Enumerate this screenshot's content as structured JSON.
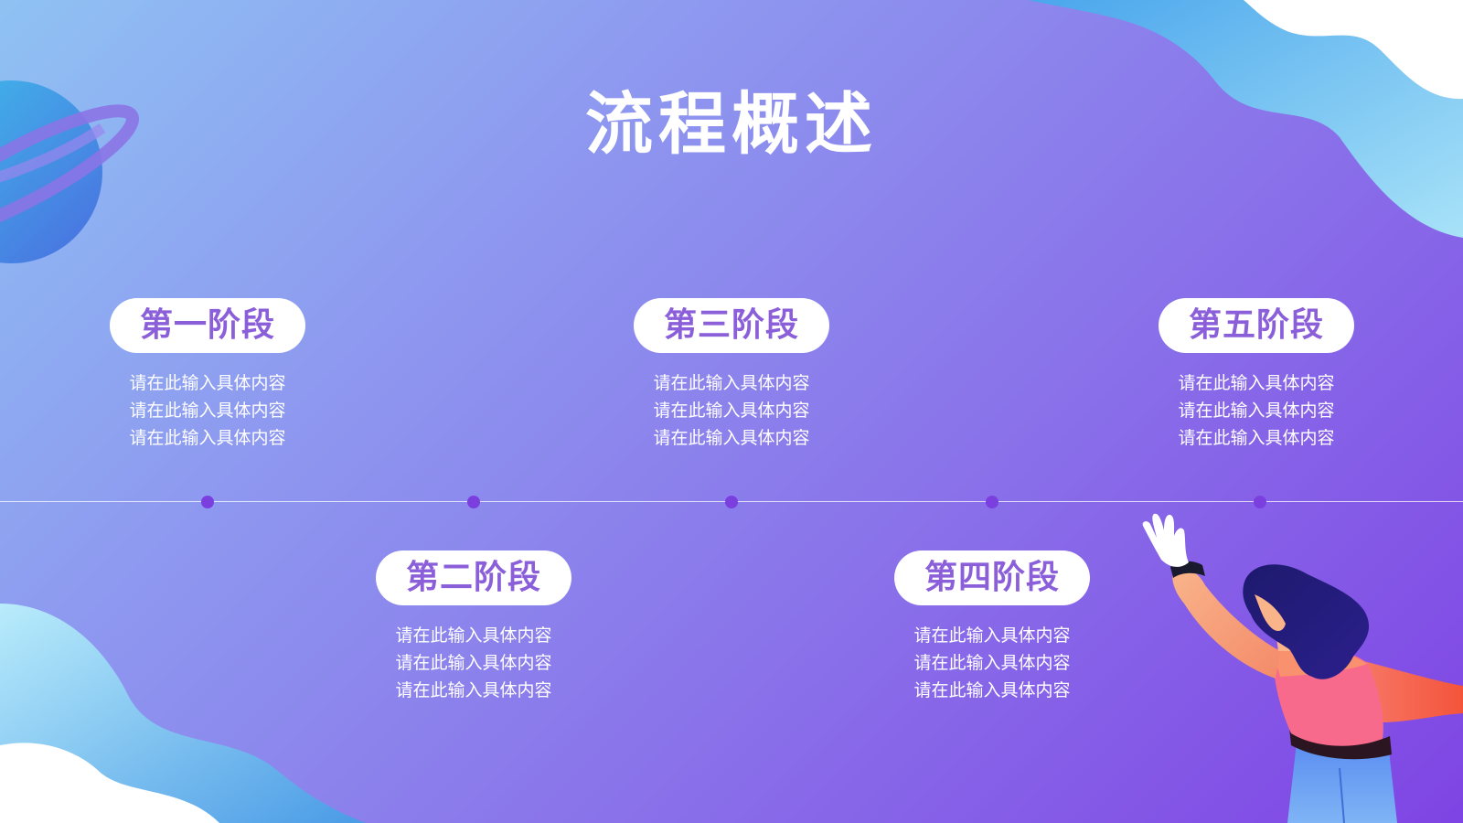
{
  "title": "流程概述",
  "colors": {
    "accent": "#8b5fd9",
    "dot": "#7b3fe0",
    "pill_bg": "#ffffff"
  },
  "stages": [
    {
      "label": "第一阶段",
      "lines": [
        "请在此输入具体内容",
        "请在此输入具体内容",
        "请在此输入具体内容"
      ]
    },
    {
      "label": "第二阶段",
      "lines": [
        "请在此输入具体内容",
        "请在此输入具体内容",
        "请在此输入具体内容"
      ]
    },
    {
      "label": "第三阶段",
      "lines": [
        "请在此输入具体内容",
        "请在此输入具体内容",
        "请在此输入具体内容"
      ]
    },
    {
      "label": "第四阶段",
      "lines": [
        "请在此输入具体内容",
        "请在此输入具体内容",
        "请在此输入具体内容"
      ]
    },
    {
      "label": "第五阶段",
      "lines": [
        "请在此输入具体内容",
        "请在此输入具体内容",
        "请在此输入具体内容"
      ]
    }
  ]
}
